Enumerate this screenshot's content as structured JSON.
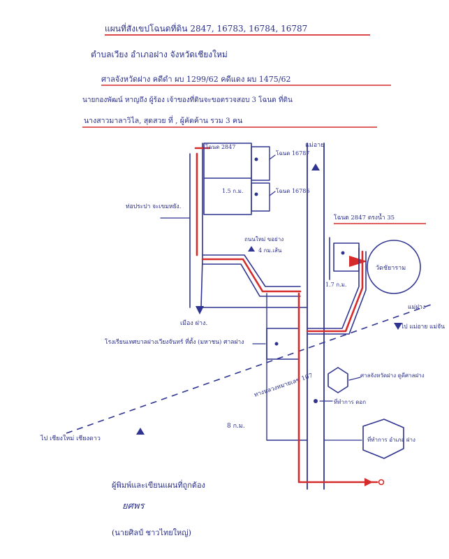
{
  "header": {
    "line1": "แผนที่สังเขปโฉนดที่ดิน 2847, 16783, 16784, 16787",
    "line2_place": "ตำบลเวียง  อำเภอฝาง  จังหวัดเชียงใหม่",
    "line3": "ศาลจังหวัดฝาง  คดีดำ ผบ 1299/62  คดีแดง ผบ 1475/62",
    "line4": "นายกองพัฒน์ หาญถึง ผู้ร้อง เจ้าของที่ดินจะขอตรวจสอบ 3 โฉนด ที่ดิน",
    "line5": "นางสาวมาลาวิไล, สุดสวย ที่ , ผู้คัดค้าน รวม 3 คน"
  },
  "labels": {
    "chanot_2847_top": "โฉนด 2847",
    "chanot_16787": "โฉนด 16787",
    "chanot_16786": "โฉนด 16786",
    "road_width": "1.5 ก.ม.",
    "river_mae_ai": "แม่อาย",
    "pipe": "ท่อประปา จะเขมหยัง.",
    "new_road": "ถนนใหม่ ขอย่าง",
    "distance_4km": "4 กม.เส้น",
    "chanot_2847_right": "โฉนด 2847 ตรงน้ำ 35",
    "temple": "วัดชัยาราม",
    "dist_1_7": "1.7 ก.ม.",
    "river_fang": "แม่ฝาง",
    "to_mae_ai": "ไป แม่อาย แม่จัน",
    "school": "โรงเรียนเทศบาลฝางเวียงจันทร์ ที่ตั้ง (มหาชน) ศาลฝาง",
    "road_107": "ทางหลวงหมายเลข 107",
    "office_1": "ศาลจังหวัดฝาง ดูดีศาลฝาง",
    "office_2": "ที่ทำการ ดอก",
    "office_3": "ที่ทำการ อำเภอ ฝาง",
    "dist_8km": "8 ก.ม.",
    "to_chiangmai": "ไป เชียงใหม่ เชียงดาว"
  },
  "signature": {
    "title": "ผู้พิมพ์และเขียนแผนที่ถูกต้อง",
    "sign": "ยศพร",
    "name": "(นายศิลป์  ชาวไทยใหญ่)"
  },
  "colors": {
    "ink": "#2f3490",
    "red": "#d62b2b"
  }
}
